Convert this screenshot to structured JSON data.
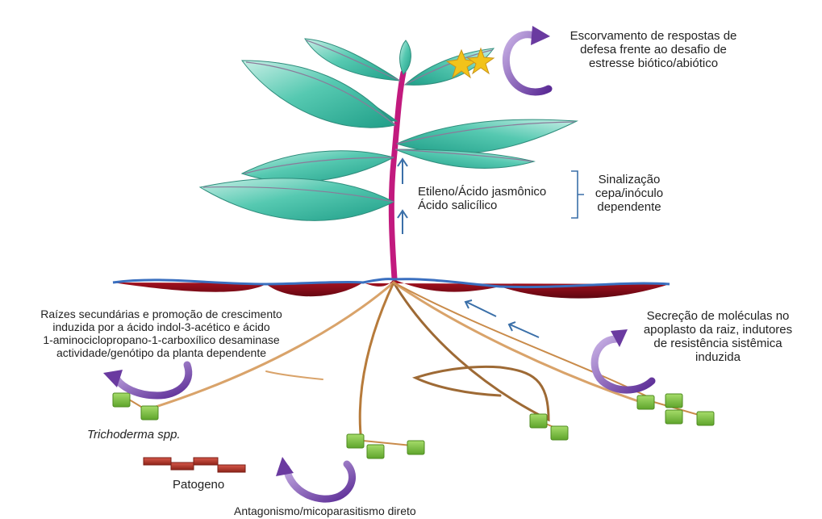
{
  "labels": {
    "priming": [
      "Escorvamento de respostas de",
      "defesa frente ao desafio de",
      "estresse biótico/abiótico"
    ],
    "hormone_ethylene": "Etileno/Ácido jasmônico",
    "hormone_salicylic": "Ácido salicílico",
    "signaling": [
      "Sinalização",
      "cepa/inóculo",
      "dependente"
    ],
    "secretion": [
      "Secreção de moléculas no",
      "apoplasto da raiz, indutores",
      "de resistência sistêmica",
      "induzida"
    ],
    "roots_promotion": [
      "Raízes secundárias e promoção de crescimento",
      "induzida por a ácido indol-3-acético e ácido",
      "1-aminociclopropano-1-carboxílico desaminase",
      "actividade/genótipo da planta dependente"
    ],
    "trichoderma": "Trichoderma spp.",
    "pathogen": "Patogeno",
    "antagonism": "Antagonismo/micoparasitismo direto"
  },
  "colors": {
    "leaf": "#3cc0a8",
    "leaf_light": "#a7e6d9",
    "stem": "#c21a7e",
    "soil_red": "#8b0d1a",
    "soil_line": "#3a6fbf",
    "root": "#c98b4a",
    "fungus": "#7cc243",
    "pathogen": "#b33a2e",
    "curved_arrow": "#6a3aa0",
    "blue_arrow": "#3a6fa8",
    "star": "#f2c31a"
  }
}
